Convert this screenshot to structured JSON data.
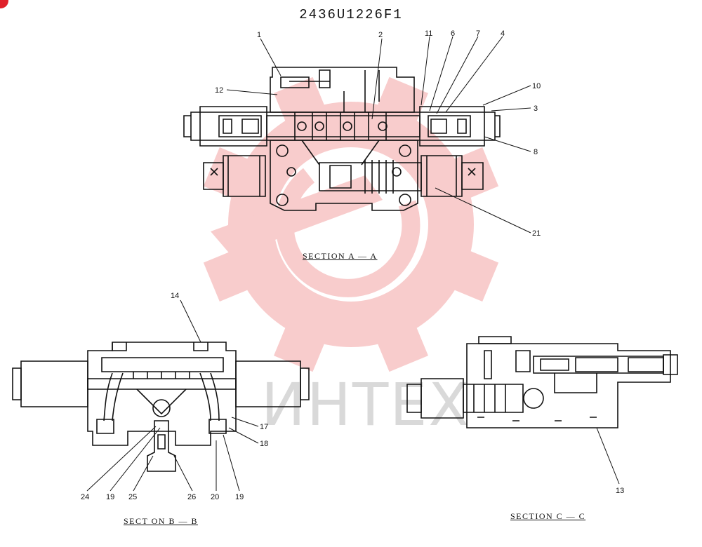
{
  "drawing": {
    "number": "2436U1226F1"
  },
  "watermark": {
    "text": "ИНТЕХ",
    "color": "#f4a3a3",
    "text_color": "#d9d9d9"
  },
  "corner_badge_color": "#e0202a",
  "sections": {
    "a": {
      "caption": "SECTION  A — A",
      "callouts": [
        "1",
        "2",
        "11",
        "6",
        "7",
        "4",
        "12",
        "10",
        "3",
        "8",
        "21"
      ]
    },
    "b": {
      "caption": "SECT ON  B — B",
      "callouts": [
        "14",
        "17",
        "18",
        "24",
        "19",
        "25",
        "26",
        "20",
        "19"
      ]
    },
    "c": {
      "caption": "SECTION  C — C",
      "callouts": [
        "13"
      ]
    }
  }
}
